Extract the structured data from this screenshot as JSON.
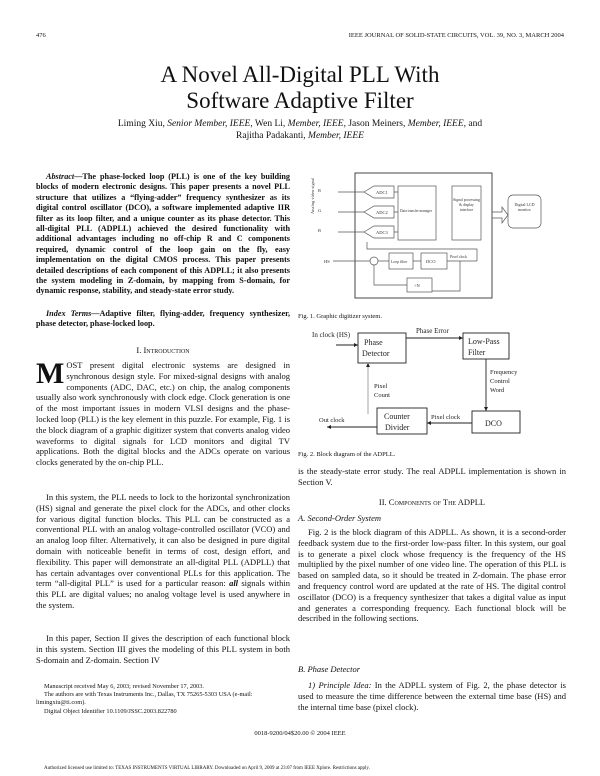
{
  "header": {
    "page_number": "476",
    "journal": "IEEE JOURNAL OF SOLID-STATE CIRCUITS, VOL. 39, NO. 3, MARCH 2004"
  },
  "title": {
    "line1": "A Novel All-Digital PLL With",
    "line2": "Software Adaptive Filter"
  },
  "authors": {
    "a1": "Liming Xiu,",
    "a1_role": "Senior Member, IEEE,",
    "a2": "Wen Li,",
    "a2_role": "Member, IEEE,",
    "a3": "Jason Meiners,",
    "a3_role": "Member, IEEE,",
    "and": "and",
    "a4": "Rajitha Padakanti,",
    "a4_role": "Member, IEEE"
  },
  "abstract": {
    "label": "Abstract",
    "text": "—The phase-locked loop (PLL) is one of the key building blocks of modern electronic designs. This paper presents a novel PLL structure that utilizes a “flying-adder” frequency synthesizer as its digital control oscillator (DCO), a software implemented adaptive IIR filter as its loop filter, and a unique counter as its phase detector. This all-digital PLL (ADPLL) achieved the desired functionality with additional advantages including no off-chip R and C components required, dynamic control of the loop gain on the fly, easy implementation on the digital CMOS process. This paper presents detailed descriptions of each component of this ADPLL; it also presents the system modeling in Z-domain, by mapping from S-domain, for dynamic response, stability, and steady-state error study."
  },
  "index_terms": {
    "label": "Index Terms",
    "text": "—Adaptive filter, flying-adder, frequency synthesizer, phase detector, phase-locked loop."
  },
  "section1": {
    "heading": "I. Introduction",
    "drop_cap": "M",
    "p1": "OST present digital electronic systems are designed in synchronous design style. For mixed-signal designs with analog components (ADC, DAC, etc.) on chip, the analog components usually also work synchronously with clock edge. Clock generation is one of the most important issues in modern VLSI designs and the phase-locked loop (PLL) is the key element in this puzzle. For example, Fig. 1 is the block diagram of a graphic digitizer system that converts analog video waveforms to digital signals for LCD monitors and digital TV applications. Both the digital blocks and the ADCs operate on various clocks generated by the on-chip PLL.",
    "p2a": "In this system, the PLL needs to lock to the horizontal synchronization (HS) signal and generate the pixel clock for the ADCs, and other clocks for various digital function blocks. This PLL can be constructed as a conventional PLL with an analog voltage-controlled oscillator (VCO) and an analog loop filter. Alternatively, it can also be designed in pure digital domain with noticeable benefit in terms of cost, design effort, and flexibility. This paper will demonstrate an all-digital PLL (ADPLL) that has certain advantages over conventional PLLs for this application. The term “all-digital PLL” is used for a particular reason: ",
    "p2_em": "all",
    "p2b": " signals within this PLL are digital values; no analog voltage level is used anywhere in the system.",
    "p3": "In this paper, Section II gives the description of each functional block in this system. Section III gives the modeling of this PLL system in both S-domain and Z-domain. Section IV"
  },
  "footnote": {
    "l1": "Manuscript received May 6, 2003; revised November 17, 2003.",
    "l2": "The authors are with Texas Instruments Inc., Dallas, TX 75265-5303 USA (e-mail: limingxiu@ti.com).",
    "l3": "Digital Object Identifier 10.1109/JSSC.2003.822780"
  },
  "fig1": {
    "caption": "Fig. 1.   Graphic digitizer system.",
    "side_label": "Analog video signal",
    "inputs": [
      "R",
      "G",
      "B"
    ],
    "adcs": [
      "ADC1",
      "ADC2",
      "ADC3"
    ],
    "data_manager": "Data transfer manager",
    "display": "Signal processing & display interface",
    "monitor": "Digital LCD monitor",
    "hs": "HS",
    "loop_filter": "Loop filter",
    "dco": "DCO",
    "pixel_clock": "Pixel clock",
    "divider": "÷N"
  },
  "fig2": {
    "caption": "Fig. 2.   Block diagram of the ADPLL.",
    "in_clock": "In clock (HS)",
    "phase_detector": [
      "Phase",
      "Detector"
    ],
    "phase_error": "Phase Error",
    "lpf": [
      "Low-Pass",
      "Filter"
    ],
    "fcw": [
      "Frequency",
      "Control",
      "Word"
    ],
    "dco": "DCO",
    "pixel_clock": "Pixel clock",
    "counter": [
      "Counter",
      "Divider"
    ],
    "pixel_count": [
      "Pixel",
      "Count"
    ],
    "out_clock": "Out clock"
  },
  "right": {
    "cont": "is the steady-state error study. The real ADPLL implementation is shown in Section V.",
    "section2_heading": "II. Components of The ADPLL",
    "subA": "A. Second-Order System",
    "pA": "Fig. 2 is the block diagram of this ADPLL. As shown, it is a second-order feedback system due to the first-order low-pass filter. In this system, our goal is to generate a pixel clock whose frequency is the frequency of the HS multiplied by the pixel number of one video line. The operation of this PLL is based on sampled data, so it should be treated in Z-domain. The phase error and frequency control word are updated at the rate of HS. The digital control oscillator (DCO) is a frequency synthesizer that takes a digital value as input and generates a corresponding frequency. Each functional block will be described in the following sections.",
    "subB": "B. Phase Detector",
    "pB_label": "1) Principle Idea:",
    "pB": " In the ADPLL system of Fig. 2, the phase detector is used to measure the time difference between the external time base (HS) and the internal time base (pixel clock)."
  },
  "copyright": "0018-9200/04$20.00 © 2004 IEEE",
  "license": "Authorized licensed use limited to: TEXAS INSTRUMENTS VIRTUAL LIBRARY. Downloaded on April 9, 2009 at 23:07 from IEEE Xplore.  Restrictions apply."
}
